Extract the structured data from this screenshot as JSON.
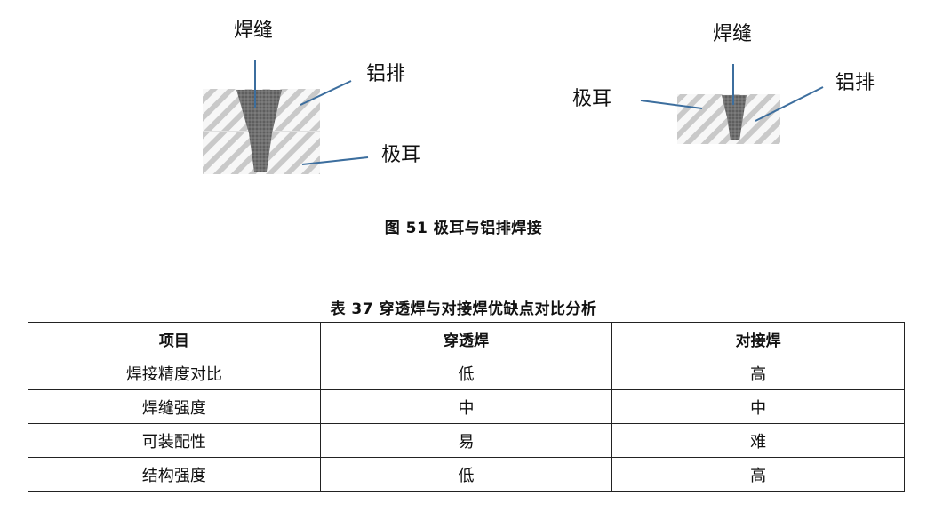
{
  "figure": {
    "left_diagram": {
      "weld_label": "焊缝",
      "busbar_label": "铝排",
      "tab_label": "极耳"
    },
    "right_diagram": {
      "weld_label": "焊缝",
      "busbar_label": "铝排",
      "tab_label": "极耳"
    },
    "caption": "图 51 极耳与铝排焊接"
  },
  "table": {
    "caption": "表 37 穿透焊与对接焊优缺点对比分析",
    "headers": [
      "项目",
      "穿透焊",
      "对接焊"
    ],
    "rows": [
      [
        "焊接精度对比",
        "低",
        "高"
      ],
      [
        "焊缝强度",
        "中",
        "中"
      ],
      [
        "可装配性",
        "易",
        "难"
      ],
      [
        "结构强度",
        "低",
        "高"
      ]
    ]
  },
  "colors": {
    "leader_line": "#3c6e9e",
    "weld_fill": "#6e6e6e",
    "hatch": "#c8c8c8"
  }
}
